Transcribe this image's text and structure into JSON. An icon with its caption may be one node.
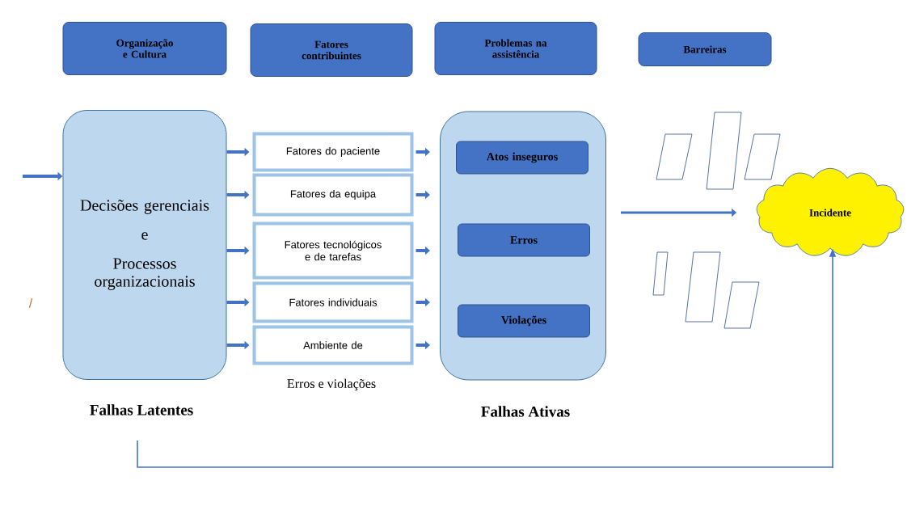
{
  "diagram": {
    "nodes": [
      {
        "text": [
          "Organização e Cultura"
        ]
      },
      {
        "text": [
          "Fatores contribuintes"
        ]
      },
      {
        "text": [
          "Problemas na assistência"
        ]
      },
      {
        "text": [
          "Barreiras"
        ]
      },
      {
        "text": [
          "Decisões gerenciais",
          "e",
          "Processos organizacionais"
        ],
        "beside": [
          "Falhas Latentes"
        ]
      },
      {
        "text": [
          "Fatores do paciente"
        ]
      },
      {
        "text": [
          "Fatores da equipa"
        ]
      },
      {
        "text": [
          "Fatores tecnológicos e de tarefas"
        ]
      },
      {
        "text": [
          "Fatores individuais"
        ]
      },
      {
        "text": [
          "Ambiente de"
        ]
      },
      {
        "text": [],
        "shape": "box",
        "beside": [
          "Falhas Ativas"
        ]
      },
      {
        "text": [
          "Atos inseguros"
        ],
        "in": 10
      },
      {
        "text": [
          "Erros"
        ],
        "in": 10
      },
      {
        "text": [
          "Violações"
        ],
        "in": 10
      },
      {
        "text": [
          "Incidente"
        ]
      }
    ],
    "edges": [
      {
        "from": null,
        "to": 4,
        "arrow": "to"
      },
      {
        "from": 4,
        "to": 5,
        "arrow": "to"
      },
      {
        "from": 4,
        "to": 6,
        "arrow": "to"
      },
      {
        "from": 4,
        "to": 7,
        "arrow": "to"
      },
      {
        "from": 4,
        "to": 8,
        "arrow": "to"
      },
      {
        "from": 4,
        "to": 9,
        "arrow": "to"
      },
      {
        "from": 5,
        "to": 10,
        "arrow": "to"
      },
      {
        "from": 6,
        "to": 10,
        "arrow": "to"
      },
      {
        "from": 7,
        "to": 10,
        "arrow": "to"
      },
      {
        "from": 8,
        "to": 10,
        "arrow": "to"
      },
      {
        "from": 9,
        "to": 10,
        "arrow": "to"
      },
      {
        "from": 10,
        "to": 14,
        "arrow": "to"
      },
      {
        "from": null,
        "to": 14,
        "arrow": "to"
      }
    ],
    "labels": [
      "Erros e violações",
      "/"
    ]
  }
}
